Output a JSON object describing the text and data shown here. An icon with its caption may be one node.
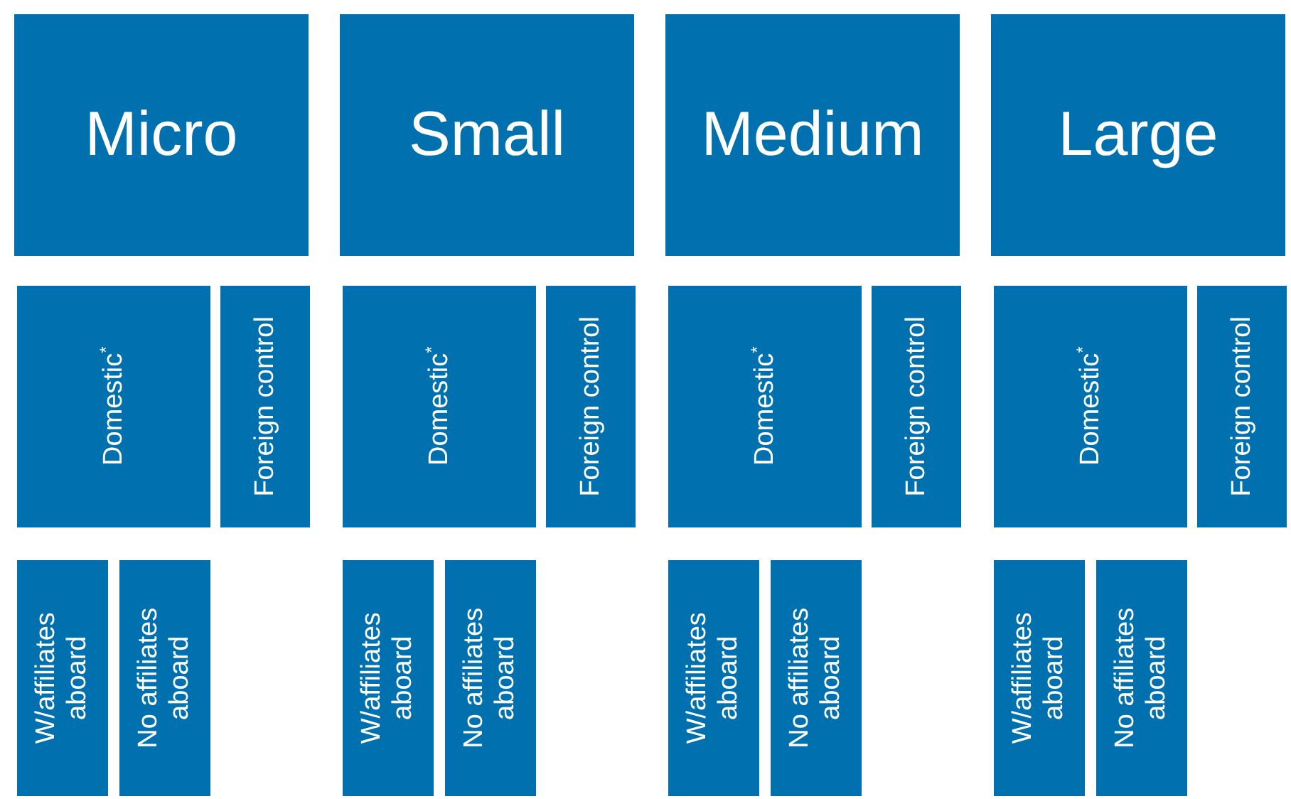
{
  "diagram": {
    "nodes": [
      {
        "text": [
          "Micro"
        ]
      },
      {
        "text": [
          "Small"
        ]
      },
      {
        "text": [
          "Medium"
        ]
      },
      {
        "text": [
          "Large"
        ]
      },
      {
        "text": [
          "Domestic$^{*}$"
        ]
      },
      {
        "text": [
          "Foreign control"
        ]
      },
      {
        "text": [
          "Domestic$^{*}$"
        ]
      },
      {
        "text": [
          "Foreign control"
        ]
      },
      {
        "text": [
          "Domestic$^{*}$"
        ]
      },
      {
        "text": [
          "Foreign control"
        ]
      },
      {
        "text": [
          "Domestic$^{*}$"
        ]
      },
      {
        "text": [
          "Foreign control"
        ]
      },
      {
        "text": [
          "W/affiliates aboard"
        ]
      },
      {
        "text": [
          "No affiliates aboard"
        ]
      },
      {
        "text": [
          "W/affiliates aboard"
        ]
      },
      {
        "text": [
          "No affiliates aboard"
        ]
      },
      {
        "text": [
          "W/affiliates aboard"
        ]
      },
      {
        "text": [
          "No affiliates aboard"
        ]
      },
      {
        "text": [
          "W/affiliates aboard"
        ]
      },
      {
        "text": [
          "No affiliates aboard"
        ]
      }
    ]
  }
}
